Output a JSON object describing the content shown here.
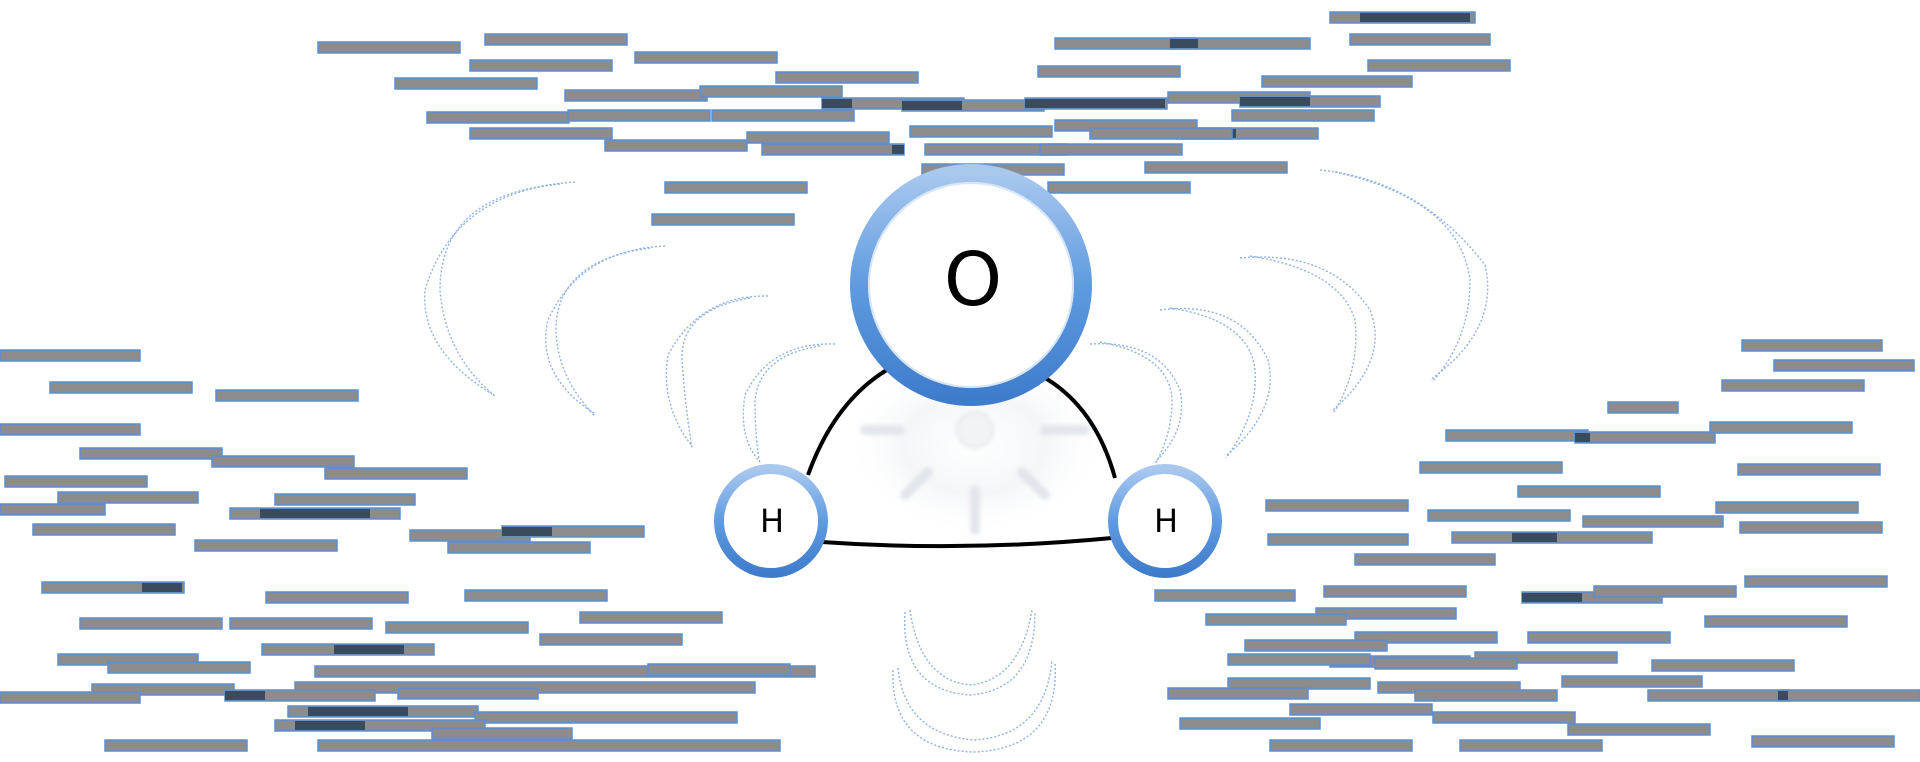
{
  "molecule": {
    "oxygen": {
      "label": "O"
    },
    "hydrogen_left": {
      "label": "H"
    },
    "hydrogen_right": {
      "label": "H"
    }
  },
  "colors": {
    "atom_ring": "#4f8ed6",
    "atom_ring_light": "#a9c8ee",
    "bond": "#000000",
    "bar_fill": "#8c8c8c",
    "bar_dark": "#3a4b5e",
    "bar_outline": "#5b8fd4",
    "wave_stroke": "#8fb3e3"
  },
  "icons": {
    "atom": "circle-ring-icon",
    "wave": "arc-wave-icon",
    "bar": "redacted-bar-icon"
  }
}
